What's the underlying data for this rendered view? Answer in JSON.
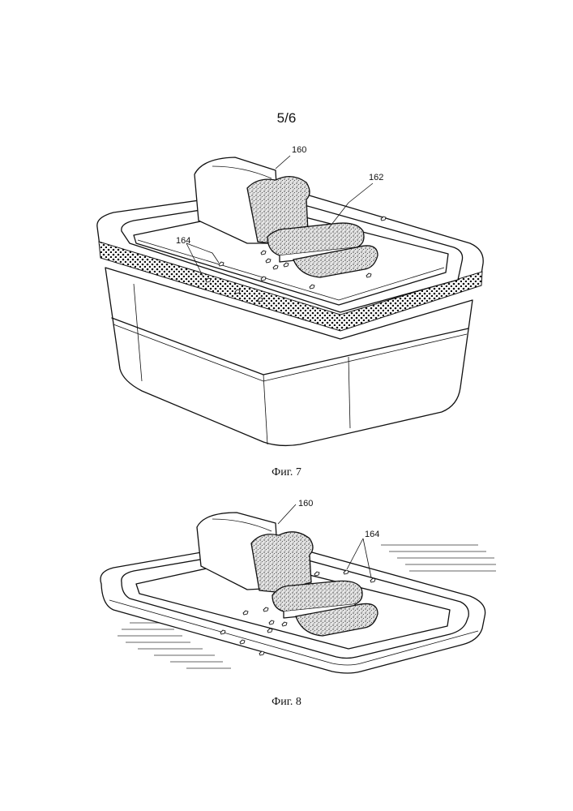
{
  "sheet": {
    "number": "5/6"
  },
  "figures": [
    {
      "caption": "Фиг. 7",
      "reference_numerals": [
        "160",
        "162",
        "164"
      ]
    },
    {
      "caption": "Фиг. 8",
      "reference_numerals": [
        "160",
        "164"
      ]
    }
  ],
  "colors": {
    "ink": "#111111",
    "paper": "#ffffff"
  }
}
